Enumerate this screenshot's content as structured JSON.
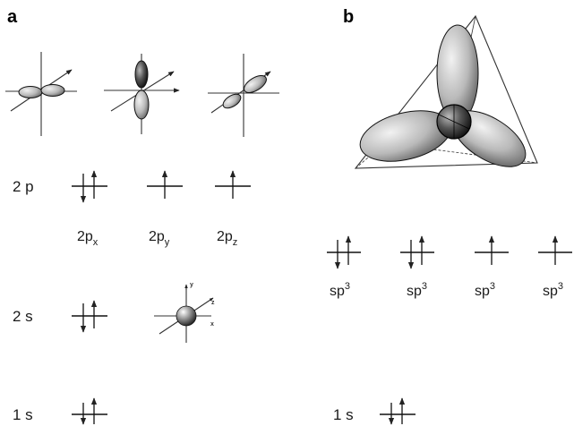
{
  "panel_a": {
    "label": "a",
    "levels": {
      "2p": "2 p",
      "2s": "2 s",
      "1s": "1 s"
    },
    "orbital_labels": {
      "px": {
        "base": "2p",
        "sub": "x"
      },
      "py": {
        "base": "2p",
        "sub": "y"
      },
      "pz": {
        "base": "2p",
        "sub": "z"
      }
    },
    "s_axes": {
      "y": "y",
      "z": "z",
      "x": "x"
    }
  },
  "panel_b": {
    "label": "b",
    "hybrid_labels": [
      {
        "base": "sp",
        "sup": "3"
      },
      {
        "base": "sp",
        "sup": "3"
      },
      {
        "base": "sp",
        "sup": "3"
      },
      {
        "base": "sp",
        "sup": "3"
      }
    ],
    "level_1s": "1 s"
  },
  "occupancy": {
    "2p": [
      "paired",
      "single-up",
      "single-up"
    ],
    "2s": [
      "paired"
    ],
    "1s_a": [
      "paired"
    ],
    "sp3": [
      "paired",
      "paired",
      "single-up",
      "single-up"
    ],
    "1s_b": [
      "paired"
    ]
  },
  "colors": {
    "ink": "#1a1a1a",
    "lobe_fill": "#c8c8c8",
    "core_fill": "#3a3a3a"
  }
}
